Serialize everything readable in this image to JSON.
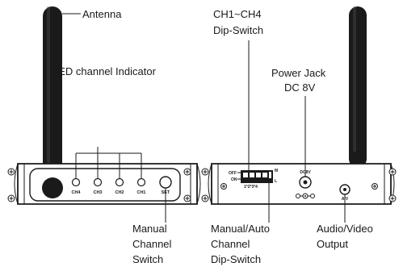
{
  "labels": {
    "antenna": "Antenna",
    "led_indicator": "LED channel Indicator",
    "dip_title_1": "CH1~CH4",
    "dip_title_2": "Dip-Switch",
    "power_jack_1": "Power Jack",
    "power_jack_2": "DC 8V",
    "manual_switch_1": "Manual",
    "manual_switch_2": "Channel",
    "manual_switch_3": "Switch",
    "manual_auto_1": "Manual/Auto",
    "manual_auto_2": "Channel",
    "manual_auto_3": "Dip-Switch",
    "av_output_1": "Audio/Video",
    "av_output_2": "Output"
  },
  "panel_text": {
    "ch4": "CH4",
    "ch3": "CH3",
    "ch2": "CH2",
    "ch1": "CH1",
    "set": "SET",
    "off": "OFF",
    "on": "ON",
    "m": "M",
    "l": "L",
    "dip_numbers": "1*2*3*4",
    "dc8v": "DC8V",
    "av": "A/V"
  },
  "icons": {
    "screw": "screw-head-plus-icon",
    "polarity": "dc-polarity-symbol-icon"
  },
  "colors": {
    "ink": "#1a1a1a",
    "background": "#ffffff"
  }
}
